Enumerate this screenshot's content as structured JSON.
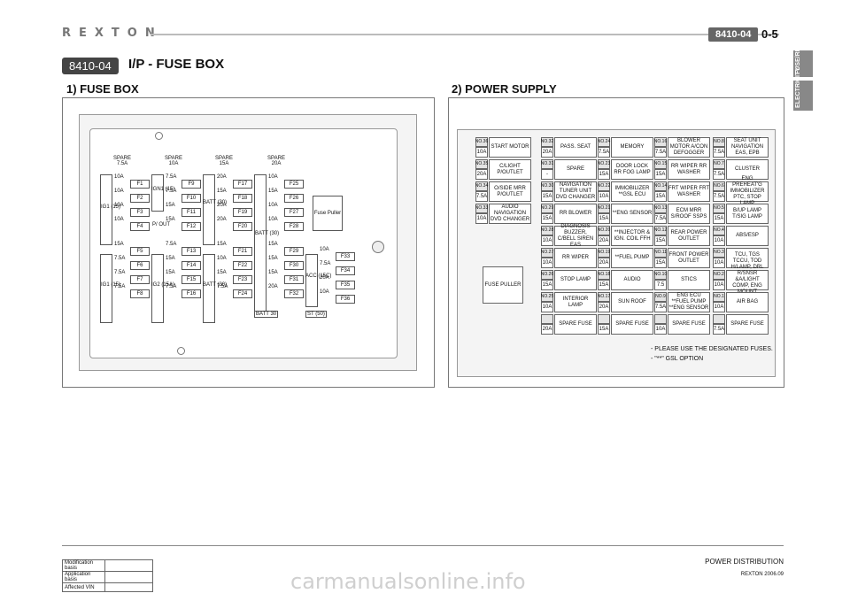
{
  "header": {
    "logo": "REXTON",
    "code": "8410-04",
    "page": "0-5"
  },
  "side_tabs": [
    "FUSE/RELAY",
    "ELECTRICITY"
  ],
  "section": {
    "code": "8410-04",
    "title": "I/P - FUSE BOX"
  },
  "fuse_box": {
    "heading": "1) FUSE BOX",
    "spares": [
      "SPARE 7.5A",
      "SPARE 10A",
      "SPARE 15A",
      "SPARE 20A"
    ],
    "col1": {
      "amps": [
        "10A",
        "10A",
        "10A",
        "10A",
        "15A",
        "7.5A",
        "7.5A",
        "7.5A"
      ],
      "fuses": [
        "F1",
        "F2",
        "F3",
        "F4",
        "F5",
        "F6",
        "F7",
        "F8"
      ],
      "group1": "IG1 (15)",
      "group2": "IG1 (15)"
    },
    "col2": {
      "amps": [
        "7.5A",
        "7.5A",
        "15A",
        "15A",
        "7.5A",
        "15A",
        "15A",
        "7.5A"
      ],
      "fuses": [
        "F9",
        "F10",
        "F11",
        "F12",
        "F13",
        "F14",
        "F15",
        "F16"
      ],
      "group1": "IGN1 (15)",
      "group2": "P/ OUT",
      "group3": "IG2 (15A)"
    },
    "col3": {
      "amps": [
        "20A",
        "15A",
        "20A",
        "20A",
        "15A",
        "10A",
        "15A",
        "7.5A"
      ],
      "fuses": [
        "F17",
        "F18",
        "F19",
        "F20",
        "F21",
        "F22",
        "F23",
        "F24"
      ],
      "group1": "BATT (30)",
      "group2": "BATT (30)"
    },
    "col4": {
      "amps": [
        "10A",
        "15A",
        "10A",
        "10A",
        "15A",
        "15A",
        "15A",
        "20A"
      ],
      "fuses": [
        "F25",
        "F26",
        "F27",
        "F28",
        "F29",
        "F30",
        "F31",
        "F32"
      ],
      "group1": "BATT (30)",
      "group2": "BATT 30"
    },
    "col5": {
      "amps": [
        "10A",
        "7.5A",
        "20A",
        "10A"
      ],
      "fuses": [
        "F33",
        "F34",
        "F35",
        "F36"
      ],
      "group1": "ACC (15C)",
      "group2": "ST (50)"
    },
    "puller": "Fuse Puller"
  },
  "power_supply": {
    "heading": "2) POWER SUPPLY",
    "puller": "FUSE PULLER",
    "columns": [
      [
        {
          "no": "NO.36",
          "amp": "10A",
          "label": "START MOTOR"
        },
        {
          "no": "NO.35",
          "amp": "20A",
          "label": "C/LIGHT P/OUTLET"
        },
        {
          "no": "NO.34",
          "amp": "7.5A",
          "label": "O/SIDE MRR P/OUTLET"
        },
        {
          "no": "NO.33",
          "amp": "10A",
          "label": "AUDIO NAVIGATION DVD CHANGER"
        }
      ],
      [
        {
          "no": "NO.32",
          "amp": "20A",
          "label": "PASS. SEAT"
        },
        {
          "no": "NO.31",
          "amp": "-",
          "label": "SPARE"
        },
        {
          "no": "NO.30",
          "amp": "15A",
          "label": "NAVIGATION TUNER UNIT DVD CHANGER"
        },
        {
          "no": "NO.29",
          "amp": "15A",
          "label": "RR BLOWER"
        },
        {
          "no": "NO.28",
          "amp": "10A",
          "label": "DIAGNOSIS BUZZER, C/BELL SIREN EAS"
        },
        {
          "no": "NO.27",
          "amp": "10A",
          "label": "RR WIPER"
        },
        {
          "no": "NO.26",
          "amp": "15A",
          "label": "STOP LAMP"
        },
        {
          "no": "NO.25",
          "amp": "10A",
          "label": "INTERIOR LAMP"
        },
        {
          "no": "",
          "amp": "20A",
          "label": "SPARE FUSE"
        }
      ],
      [
        {
          "no": "NO.24",
          "amp": "7.5A",
          "label": "MEMORY"
        },
        {
          "no": "NO.23",
          "amp": "15A",
          "label": "DOOR LOCK RR FOG LAMP"
        },
        {
          "no": "NO.22",
          "amp": "10A",
          "label": "IMMOBILIZER **GSL ECU"
        },
        {
          "no": "NO.21",
          "amp": "15A",
          "label": "**ENG SENSOR"
        },
        {
          "no": "NO.20",
          "amp": "20A",
          "label": "**INJECTOR & IGN. COIL FFH"
        },
        {
          "no": "NO.19",
          "amp": "20A",
          "label": "**FUEL PUMP"
        },
        {
          "no": "NO.18",
          "amp": "15A",
          "label": "AUDIO"
        },
        {
          "no": "NO.17",
          "amp": "20A",
          "label": "SUN ROOF"
        },
        {
          "no": "",
          "amp": "15A",
          "label": "SPARE FUSE"
        }
      ],
      [
        {
          "no": "NO.16",
          "amp": "7.5A",
          "label": "BLOWER MOTOR A/CON DEFOGGER"
        },
        {
          "no": "NO.15",
          "amp": "15A",
          "label": "RR WIPER RR WASHER"
        },
        {
          "no": "NO.14",
          "amp": "15A",
          "label": "FRT WIPER FRT WASHER"
        },
        {
          "no": "NO.13",
          "amp": "7.5A",
          "label": "ECM MRR S/ROOF SSPS"
        },
        {
          "no": "NO.12",
          "amp": "15A",
          "label": "REAR POWER OUTLET"
        },
        {
          "no": "NO.11",
          "amp": "15A",
          "label": "FRONT POWER OUTLET"
        },
        {
          "no": "NO.10",
          "amp": "7.5",
          "label": "STICS"
        },
        {
          "no": "NO.9",
          "amp": "7.5A",
          "label": "ENG ECU **FUEL PUMP **ENG SENSOR"
        },
        {
          "no": "",
          "amp": "10A",
          "label": "SPARE FUSE"
        }
      ],
      [
        {
          "no": "NO.8",
          "amp": "7.5A",
          "label": "SEAT UNIT NAVIGATION EAS, EPB"
        },
        {
          "no": "NO.7",
          "amp": "7.5A",
          "label": "CLUSTER"
        },
        {
          "no": "NO.6",
          "amp": "7.5A",
          "label": "ENG PREHEAT'G IMMOBILIZER PTC, STOP LAMP"
        },
        {
          "no": "NO.5",
          "amp": "15A",
          "label": "B/UP LAMP T/SIG LAMP"
        },
        {
          "no": "NO.4",
          "amp": "10A",
          "label": "ABS/ESP"
        },
        {
          "no": "NO.3",
          "amp": "10A",
          "label": "TCU, TGS TCCU, TOD"
        },
        {
          "no": "NO.2",
          "amp": "10A",
          "label": "H/LAMP, DRL R/SNSR &A/LIGHT COMP, ENG MOUNT"
        },
        {
          "no": "NO.1",
          "amp": "10A",
          "label": "AIR BAG"
        },
        {
          "no": "",
          "amp": "7.5A",
          "label": "SPARE FUSE"
        }
      ]
    ],
    "notes": [
      "- PLEASE USE THE DESIGNATED FUSES.",
      "- \"**\" GSL OPTION"
    ]
  },
  "footer": {
    "rows": [
      "Modification basis",
      "Application basis",
      "Affected VIN"
    ],
    "right_title": "POWER DISTRIBUTION",
    "right_sub": "REXTON 2006.09"
  },
  "watermark": "carmanualsonline.info"
}
